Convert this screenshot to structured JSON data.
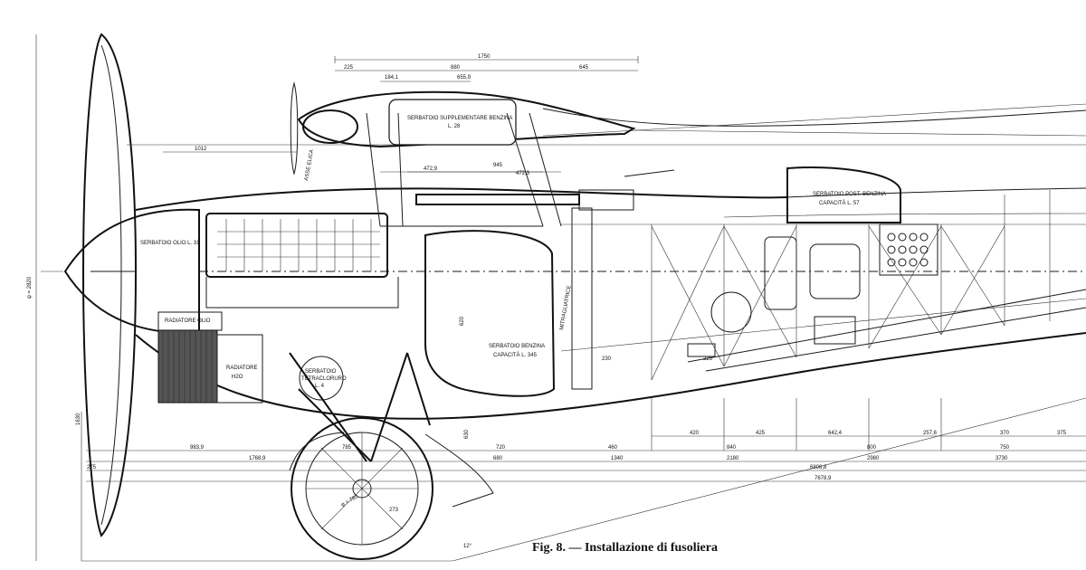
{
  "caption": {
    "fig": "Fig. 8.",
    "dash": "—",
    "title": "Installazione di fusoliera"
  },
  "labels": {
    "tank_supp": "SERBATOIO SUPPLEMENTARE BENZINA",
    "tank_supp_cap": "L. 28",
    "tank_post": "SERBATOIO POST. BENZINA",
    "tank_post_cap": "CAPACITÀ L. 57",
    "tank_benz": "SERBATOIO BENZINA",
    "tank_benz_cap": "CAPACITÀ L. 345",
    "tank_oil": "SERBATOIO OLIO L. 31",
    "rad_oil": "RADIATORE OLIO",
    "rad_water": "RADIATORE",
    "rad_water2": "H2O",
    "tank_tetra1": "SERBATOIO",
    "tank_tetra2": "TETRACLORURO",
    "tank_tetra3": "L. 4",
    "mitra": "MITRAGLIATRICE",
    "prop_axis": "ASSE ELICA",
    "wheel_dia": "φ = 780",
    "prop_dia": "φ = 2820"
  },
  "dims": {
    "d1750": "1750",
    "d225": "225",
    "d880": "880",
    "d645": "645",
    "d184": "184,1",
    "d6559": "655,9",
    "d1012": "1012",
    "d4729": "472,9",
    "d945": "945",
    "d4723": "472,3",
    "d9839": "983,9",
    "d785": "785",
    "d720": "720",
    "d460": "460",
    "d17689": "1768,9",
    "d680": "680",
    "d1340": "1340",
    "d275": "275",
    "d420": "420",
    "d425": "425",
    "d6424": "642,4",
    "d2576": "257,6",
    "d370": "370",
    "d375": "375",
    "d840": "840",
    "d800": "800",
    "d750": "750",
    "d2180": "2180",
    "d2980": "2980",
    "d3730": "3730",
    "d68088": "6808,8",
    "d76789": "7678,9",
    "d1630": "1630",
    "d230": "230",
    "d225b": "225",
    "d620": "620",
    "d630": "630",
    "d273": "273",
    "d12": "12°"
  }
}
